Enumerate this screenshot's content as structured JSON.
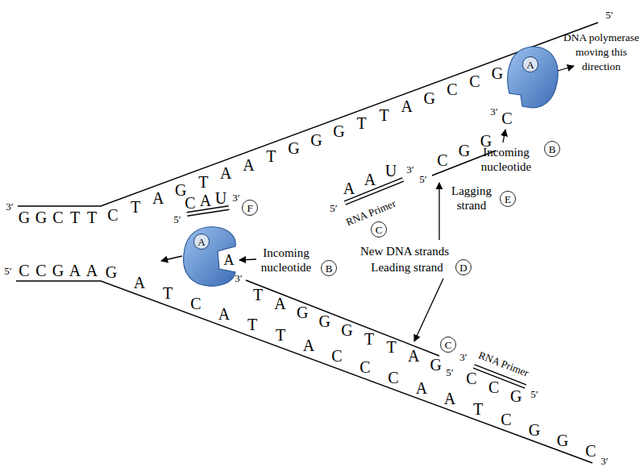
{
  "diagram": {
    "nodes": [
      {
        "text": [
          "A"
        ]
      },
      {
        "text": [
          "B"
        ]
      },
      {
        "text": [
          "C"
        ]
      },
      {
        "text": [
          "F"
        ]
      },
      {
        "text": [
          "A"
        ]
      },
      {
        "text": [
          "B"
        ]
      },
      {
        "text": [
          "E"
        ]
      },
      {
        "text": [
          "D"
        ]
      },
      {
        "text": [
          "C"
        ]
      }
    ],
    "labels": [
      "3′",
      "G",
      "G",
      "C",
      "T",
      "T",
      "C",
      "T",
      "A",
      "G",
      "T",
      "A",
      "A",
      "T",
      "G",
      "G",
      "G",
      "T",
      "T",
      "A",
      "G",
      "C",
      "C",
      "G",
      "5′",
      "DNA polymerase moving this direction",
      "5′",
      "A",
      "A",
      "U",
      "3′",
      "RNA Primer",
      "5′",
      "C",
      "G",
      "G",
      "3′",
      "C",
      "Incoming nucleotide",
      "Lagging strand",
      "5′",
      "C",
      "A",
      "U",
      "3′",
      "5′",
      "C",
      "C",
      "G",
      "A",
      "A",
      "G",
      "A",
      "T",
      "C",
      "A",
      "T",
      "T",
      "A",
      "C",
      "C",
      "C",
      "A",
      "A",
      "T",
      "C",
      "G",
      "G",
      "C",
      "3′",
      "A",
      "Incoming nucleotide",
      "New DNA strands",
      "Leading strand",
      "3′",
      "T",
      "A",
      "G",
      "G",
      "G",
      "T",
      "T",
      "A",
      "G",
      "5′",
      "3′",
      "RNA Primer",
      "C",
      "C",
      "G",
      "5′"
    ]
  }
}
